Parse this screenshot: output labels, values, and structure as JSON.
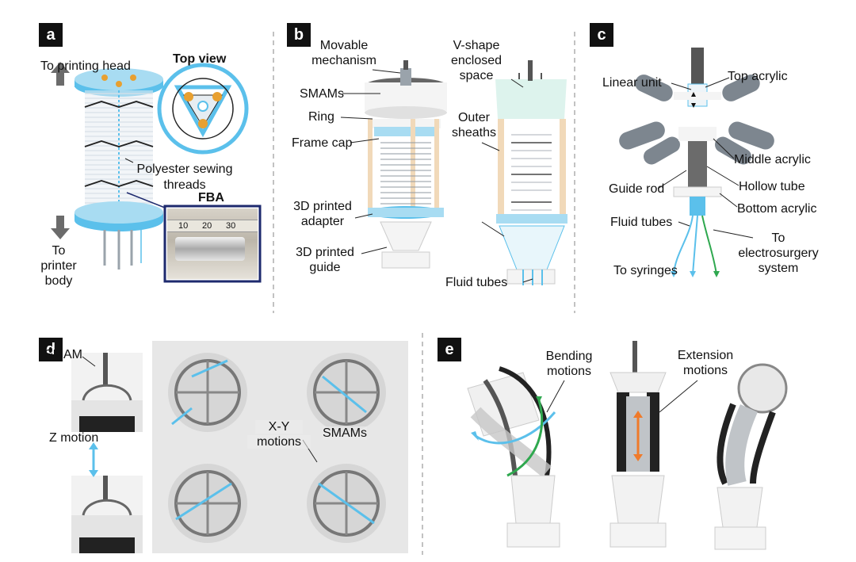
{
  "panels": {
    "a": {
      "label": "a",
      "to_printing_head": "To printing head",
      "top_view": "Top view",
      "polyester_line1": "Polyester sewing",
      "polyester_line2": "threads",
      "to_printer_line1": "To",
      "to_printer_line2": "printer",
      "to_printer_line3": "body",
      "fba": "FBA",
      "ruler_ticks": [
        "10",
        "20",
        "30"
      ]
    },
    "b": {
      "label": "b",
      "movable_line1": "Movable",
      "movable_line2": "mechanism",
      "smams": "SMAMs",
      "ring": "Ring",
      "frame_cap": "Frame cap",
      "printed_adapter_line1": "3D printed",
      "printed_adapter_line2": "adapter",
      "printed_guide_line1": "3D printed",
      "printed_guide_line2": "guide",
      "vshape_line1": "V-shape",
      "vshape_line2": "enclosed",
      "vshape_line3": "space",
      "outer_line1": "Outer",
      "outer_line2": "sheaths",
      "fluid_tubes": "Fluid tubes"
    },
    "c": {
      "label": "c",
      "linear_unit": "Linear unit",
      "top_acrylic": "Top acrylic",
      "middle_acrylic": "Middle acrylic",
      "guide_rod": "Guide rod",
      "hollow_tube": "Hollow tube",
      "bottom_acrylic": "Bottom acrylic",
      "fluid_tubes": "Fluid tubes",
      "to_es_line1": "To",
      "to_es_line2": "electrosurgery",
      "to_es_line3": "system",
      "to_syringes": "To syringes"
    },
    "d": {
      "label": "d",
      "smam": "SMAM",
      "z_motion": "Z motion",
      "xy_line1": "X-Y",
      "xy_line2": "motions",
      "smams": "SMAMs"
    },
    "e": {
      "label": "e",
      "bending_line1": "Bending",
      "bending_line2": "motions",
      "extension_line1": "Extension",
      "extension_line2": "motions"
    }
  },
  "colors": {
    "accent_blue": "#5bc0eb",
    "light_blue": "#a8dcf2",
    "orange_ball": "#e8a030",
    "dark_label": "#111111",
    "arrow_gray": "#6b6b6b",
    "navy_frame": "#1e2a6e",
    "green_arrow": "#2fa84f",
    "orange_arrow": "#f07a2a",
    "sheath_tan": "#f1d9b9"
  }
}
